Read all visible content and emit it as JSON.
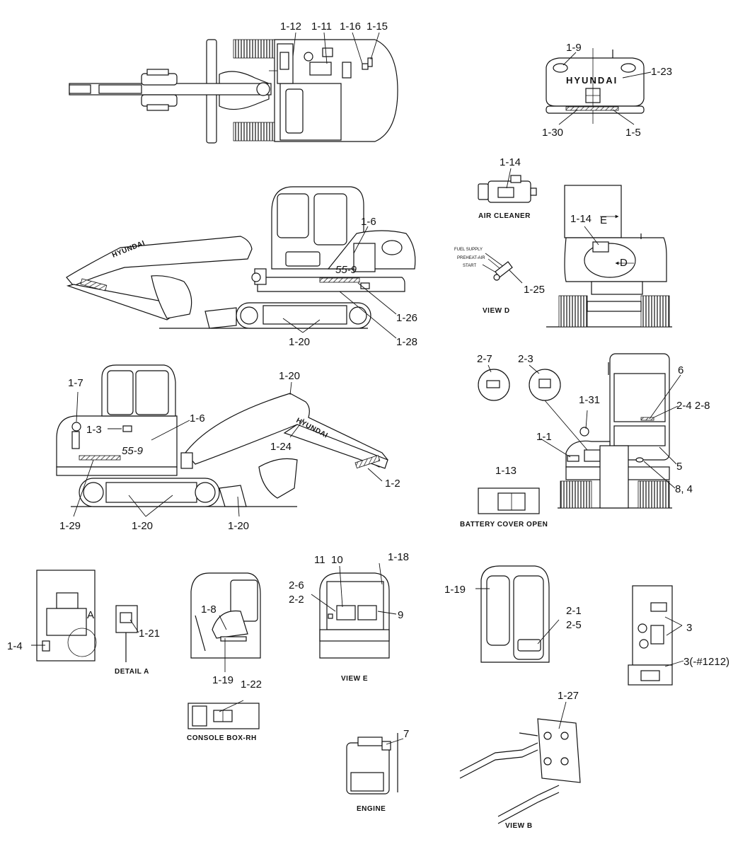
{
  "brand": "HYUNDAI",
  "model_text": "55-9",
  "captions": {
    "air_cleaner": "AIR CLEANER",
    "view_d": "VIEW D",
    "battery_cover_open": "BATTERY COVER OPEN",
    "detail_a": "DETAIL A",
    "view_e": "VIEW E",
    "console_box_rh": "CONSOLE BOX-RH",
    "engine": "ENGINE",
    "view_b": "VIEW B"
  },
  "switch_labels": {
    "fuel_supply": "FUEL SUPPLY",
    "preheat_air": "PREHEAT-AIR",
    "start": "START"
  },
  "view_markers": {
    "a": "A",
    "d": "D",
    "e": "E"
  },
  "callouts": {
    "c1_12": "1-12",
    "c1_11": "1-11",
    "c1_16": "1-16",
    "c1_15": "1-15",
    "c1_9": "1-9",
    "c1_23": "1-23",
    "c1_30": "1-30",
    "c1_5": "1-5",
    "c1_14_air": "1-14",
    "c1_14_rear": "1-14",
    "c1_25": "1-25",
    "c1_6_side": "1-6",
    "c1_26": "1-26",
    "c1_28": "1-28",
    "c1_20_side": "1-20",
    "c1_7": "1-7",
    "c1_3": "1-3",
    "c1_6_left": "1-6",
    "c1_20_boom": "1-20",
    "c1_24": "1-24",
    "c1_2": "1-2",
    "c1_29": "1-29",
    "c1_20_track": "1-20",
    "c1_20_blade": "1-20",
    "c2_7": "2-7",
    "c2_3": "2-3",
    "c6": "6",
    "c2_4_2_8": "2-4 2-8",
    "c1_31": "1-31",
    "c1_1": "1-1",
    "c5": "5",
    "c8_4": "8, 4",
    "c1_13": "1-13",
    "c1_4": "1-4",
    "c1_21": "1-21",
    "c1_8": "1-8",
    "c1_19_cab": "1-19",
    "c1_22": "1-22",
    "c11": "11",
    "c10": "10",
    "c1_18": "1-18",
    "c2_6": "2-6",
    "c2_2": "2-2",
    "c9": "9",
    "c1_19_door": "1-19",
    "c2_1": "2-1",
    "c2_5": "2-5",
    "c3": "3",
    "c3_1212": "3(-#1212)",
    "c1_27": "1-27",
    "c7": "7"
  }
}
